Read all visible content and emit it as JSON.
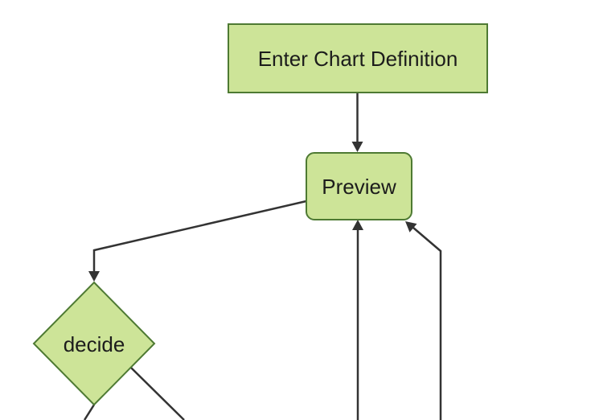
{
  "diagram": {
    "type": "flowchart",
    "direction": "top-down",
    "theme": "forest",
    "nodes": {
      "enter": {
        "label": "Enter Chart Definition",
        "shape": "rectangle"
      },
      "preview": {
        "label": "Preview",
        "shape": "rounded-rectangle"
      },
      "decide": {
        "label": "decide",
        "shape": "diamond"
      }
    },
    "edges": [
      {
        "id": "e1",
        "from": "Enter Chart Definition",
        "to": "Preview",
        "arrowhead_visible": true
      },
      {
        "id": "e2",
        "from": "Preview",
        "to": "decide",
        "arrowhead_visible": true
      },
      {
        "id": "e3",
        "from": "offscreen-bottom",
        "to": "Preview",
        "arrowhead_visible": true
      },
      {
        "id": "e4",
        "from": "offscreen-bottom",
        "to": "Preview",
        "arrowhead_visible": true
      },
      {
        "id": "e5",
        "from": "decide",
        "to": "offscreen-bottom",
        "arrowhead_visible": false
      },
      {
        "id": "e6",
        "from": "decide",
        "to": "offscreen-bottom",
        "arrowhead_visible": false
      }
    ],
    "colors": {
      "background": "#ffffff",
      "node_fill": "#cde498",
      "node_border": "#4e7a33",
      "edge_line": "#333333",
      "label_text": "#1c1c1c"
    }
  }
}
